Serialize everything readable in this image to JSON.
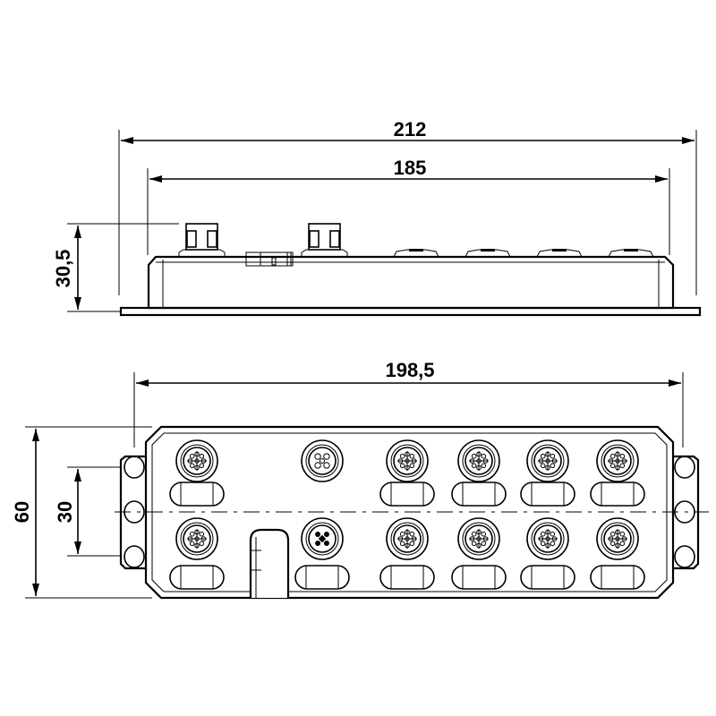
{
  "drawing": {
    "side_view": {
      "overall_length": "212",
      "body_length": "185",
      "height": "30,5"
    },
    "top_view": {
      "mounting_length": "198,5",
      "width": "60",
      "hole_spacing": "30"
    }
  }
}
